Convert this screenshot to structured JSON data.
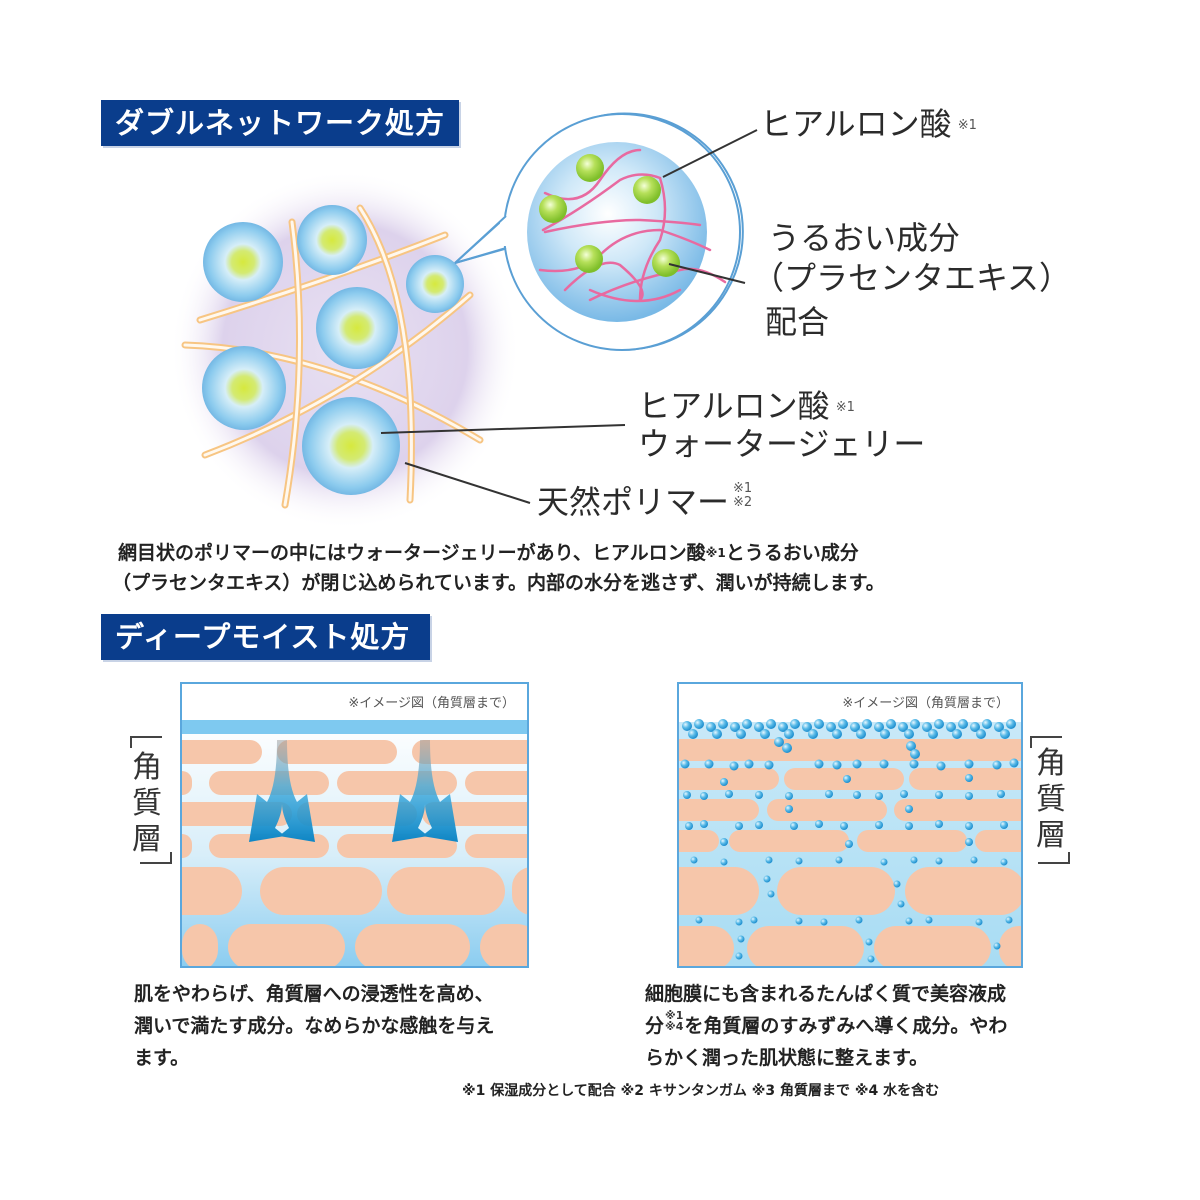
{
  "section1": {
    "banner": "ダブルネットワーク処方",
    "labels": {
      "hyaluronic_acid": "ヒアルロン酸",
      "hyaluronic_acid_ref": "※1",
      "moisture_line1": "うるおい成分",
      "moisture_line2": "（プラセンタエキス）",
      "moisture_line3": "配合",
      "water_jelly_line1": "ヒアルロン酸",
      "water_jelly_ref": "※1",
      "water_jelly_line2": "ウォータージェリー",
      "natural_polymer": "天然ポリマー",
      "natural_polymer_ref1": "※1",
      "natural_polymer_ref2": "※2"
    },
    "description_line1_a": "網目状のポリマーの中にはウォータージェリーがあり、ヒアルロン酸",
    "description_line1_ref": "※1",
    "description_line1_b": "とうるおい成分",
    "description_line2": "（プラセンタエキス）が閉じ込められています。内部の水分を逃さず、潤いが持続します。"
  },
  "section2": {
    "banner": "ディープモイスト処方",
    "left_panel": {
      "note": "※イメージ図（角質層まで）",
      "layer_label": [
        "角",
        "質",
        "層"
      ],
      "caption_line1": "肌をやわらげ、角質層への浸透性を高め、",
      "caption_line2": "潤いで満たす成分。なめらかな感触を与え",
      "caption_line3": "ます。"
    },
    "right_panel": {
      "note": "※イメージ図（角質層まで）",
      "layer_label": [
        "角",
        "質",
        "層"
      ],
      "caption_line1": "細胞膜にも含まれるたんぱく質で美容液成",
      "caption_line2_a": "分",
      "caption_line2_ref1": "※1",
      "caption_line2_ref2": "※4",
      "caption_line2_b": "を角質層のすみずみへ導く成分。やわ",
      "caption_line3": "らかく潤った肌状態に整えます。"
    }
  },
  "footnotes": "※1 保湿成分として配合 ※2 キサンタンガム ※3 角質層まで ※4 水を含む",
  "colors": {
    "banner_bg": "#0a3d8c",
    "sphere_blue": "#7fc4ec",
    "sphere_core": "#d8e84a",
    "polymer_orange": "#f5a943",
    "hyaluronic_pink": "#e86aa0",
    "cell_peach": "#f6c6aa",
    "water_blue": "#9fd8f3",
    "droplet_blue": "#3ea6de",
    "arrow_blue": "#1a8ac8",
    "purple_haze": "#d9cdea"
  }
}
